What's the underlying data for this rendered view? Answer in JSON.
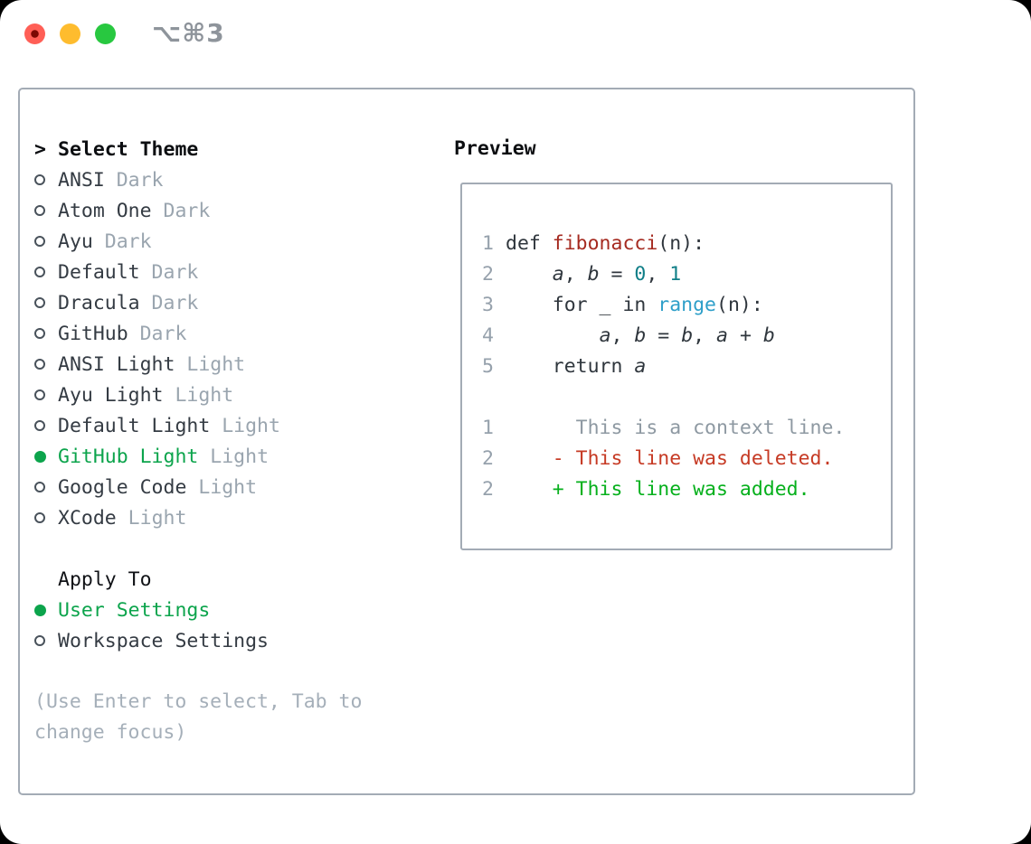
{
  "window": {
    "title": "⌥⌘3",
    "traffic_lights": [
      {
        "name": "close",
        "color": "#ff5f56"
      },
      {
        "name": "minimize",
        "color": "#febc2e"
      },
      {
        "name": "zoom",
        "color": "#28c840"
      }
    ]
  },
  "theme_panel": {
    "header": {
      "prompt": ">",
      "label": "Select Theme"
    },
    "themes": [
      {
        "name": "ANSI",
        "tag": "Dark",
        "selected": false
      },
      {
        "name": "Atom One",
        "tag": "Dark",
        "selected": false
      },
      {
        "name": "Ayu",
        "tag": "Dark",
        "selected": false
      },
      {
        "name": "Default",
        "tag": "Dark",
        "selected": false
      },
      {
        "name": "Dracula",
        "tag": "Dark",
        "selected": false
      },
      {
        "name": "GitHub",
        "tag": "Dark",
        "selected": false
      },
      {
        "name": "ANSI Light",
        "tag": "Light",
        "selected": false
      },
      {
        "name": "Ayu Light",
        "tag": "Light",
        "selected": false
      },
      {
        "name": "Default Light",
        "tag": "Light",
        "selected": false
      },
      {
        "name": "GitHub Light",
        "tag": "Light",
        "selected": true
      },
      {
        "name": "Google Code",
        "tag": "Light",
        "selected": false
      },
      {
        "name": "XCode",
        "tag": "Light",
        "selected": false
      }
    ],
    "apply_to": {
      "label": "Apply To",
      "options": [
        {
          "name": "User Settings",
          "selected": true
        },
        {
          "name": "Workspace Settings",
          "selected": false
        }
      ]
    },
    "hint": "(Use Enter to select, Tab to change focus)"
  },
  "preview": {
    "title": "Preview",
    "code_lines": [
      {
        "num": "1",
        "tokens": [
          {
            "t": "def ",
            "s": "keyword"
          },
          {
            "t": "fibonacci",
            "s": "function"
          },
          {
            "t": "(n):",
            "s": "plain"
          }
        ]
      },
      {
        "num": "2",
        "tokens": [
          {
            "t": "    ",
            "s": "plain"
          },
          {
            "t": "a",
            "s": "variable"
          },
          {
            "t": ", ",
            "s": "plain"
          },
          {
            "t": "b",
            "s": "variable"
          },
          {
            "t": " = ",
            "s": "plain"
          },
          {
            "t": "0",
            "s": "number"
          },
          {
            "t": ", ",
            "s": "plain"
          },
          {
            "t": "1",
            "s": "number"
          }
        ]
      },
      {
        "num": "3",
        "tokens": [
          {
            "t": "    for _ in ",
            "s": "keyword"
          },
          {
            "t": "range",
            "s": "builtin"
          },
          {
            "t": "(n):",
            "s": "plain"
          }
        ]
      },
      {
        "num": "4",
        "tokens": [
          {
            "t": "        ",
            "s": "plain"
          },
          {
            "t": "a",
            "s": "variable"
          },
          {
            "t": ", ",
            "s": "plain"
          },
          {
            "t": "b",
            "s": "variable"
          },
          {
            "t": " = ",
            "s": "plain"
          },
          {
            "t": "b",
            "s": "variable"
          },
          {
            "t": ", ",
            "s": "plain"
          },
          {
            "t": "a",
            "s": "variable"
          },
          {
            "t": " + ",
            "s": "plain"
          },
          {
            "t": "b",
            "s": "variable"
          }
        ]
      },
      {
        "num": "5",
        "tokens": [
          {
            "t": "    return ",
            "s": "keyword"
          },
          {
            "t": "a",
            "s": "variable"
          }
        ]
      }
    ],
    "diff_lines": [
      {
        "num": "1",
        "style": "context",
        "text": "      This is a context line."
      },
      {
        "num": "2",
        "style": "deleted",
        "text": "    - This line was deleted."
      },
      {
        "num": "2",
        "style": "added",
        "text": "    + This line was added."
      }
    ]
  },
  "colors": {
    "selection_green": "#0ca44c",
    "diff_added_green": "#06b01c",
    "diff_deleted_red": "#c63a24",
    "function_red": "#a52a20",
    "number_teal": "#0f7e87",
    "builtin_blue": "#2e9fc9",
    "muted_gray": "#9aa5af",
    "border_gray": "#a3abb5"
  }
}
